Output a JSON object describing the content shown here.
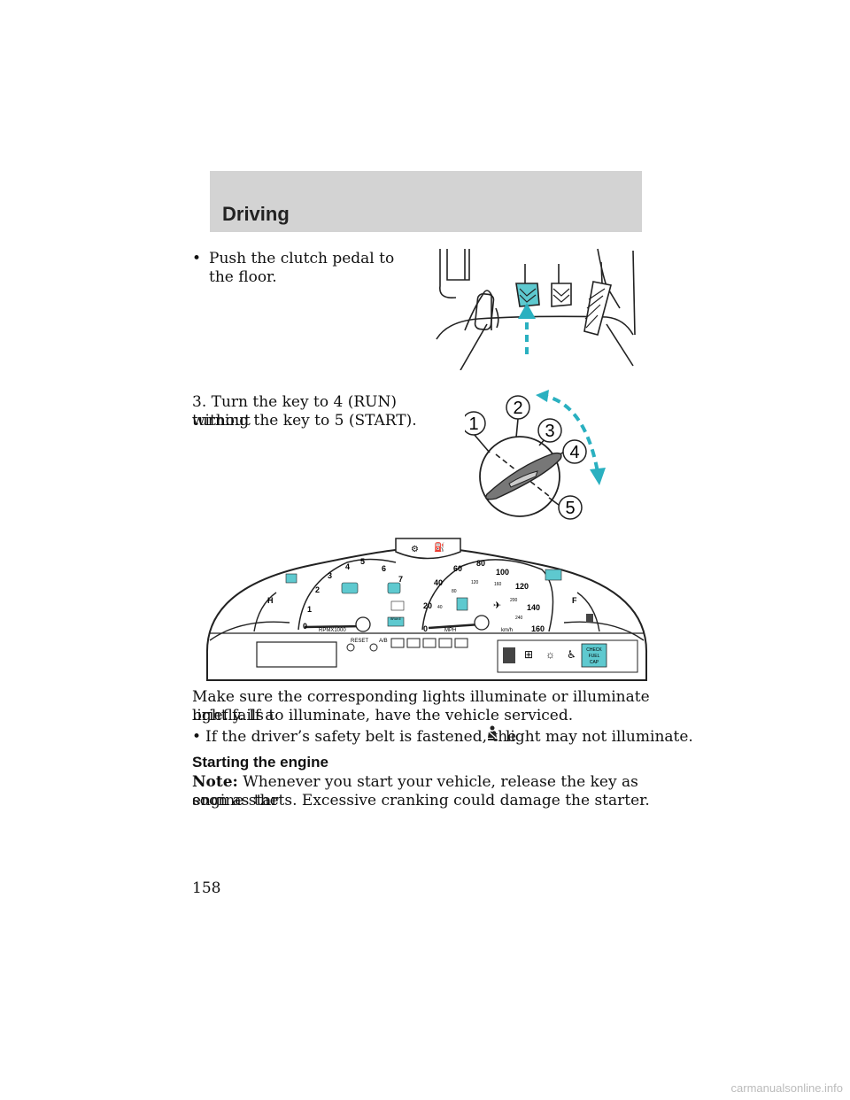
{
  "section": {
    "title": "Driving"
  },
  "bullets": {
    "clutch": "Push the clutch pedal to the floor.",
    "seatbelt_pre": "If the driver’s safety belt is fastened, the",
    "seatbelt_post": "light may not illuminate.",
    "marker": "•"
  },
  "steps": {
    "step3_line1": "3. Turn the key to 4 (RUN) without",
    "step3_line2": "turning the key to 5 (START)."
  },
  "ignition": {
    "positions": [
      "1",
      "2",
      "3",
      "4",
      "5"
    ]
  },
  "paragraphs": {
    "lights_line1": "Make sure the corresponding lights illuminate or illuminate briefly. If a",
    "lights_line2": "light fails to illuminate, have the vehicle serviced."
  },
  "starting": {
    "heading": "Starting the engine",
    "note_label": "Note:",
    "note_line1": "Whenever you start your vehicle, release the key as soon as the",
    "note_line2": "engine starts. Excessive cranking could damage the starter."
  },
  "cluster": {
    "tach_labels": [
      "0",
      "1",
      "2",
      "3",
      "4",
      "5",
      "6",
      "7"
    ],
    "tach_unit": "RPMX1000",
    "mph_labels": [
      "0",
      "20",
      "40",
      "60",
      "80",
      "100",
      "120",
      "140",
      "160"
    ],
    "mph_unit": "MPH",
    "kmh_labels": [
      "40",
      "80",
      "120",
      "160",
      "200",
      "240"
    ],
    "kmh_unit": "km/h",
    "temp_hot": "H",
    "fuel_full": "F",
    "reset": "RESET",
    "ab": "A/B",
    "check_fuel_cap": [
      "CHECK",
      "FUEL",
      "CAP"
    ],
    "brake": "BRAKE"
  },
  "page": {
    "number": "158"
  },
  "watermark": "carmanualsonline.info"
}
